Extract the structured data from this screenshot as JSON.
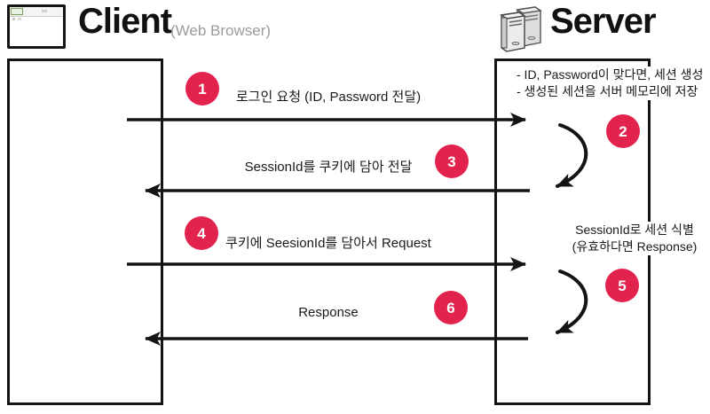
{
  "header": {
    "client": {
      "title": "Client",
      "subtitle": "(Web Browser)"
    },
    "server": {
      "title": "Server"
    }
  },
  "colors": {
    "badge": "#E2234E",
    "line": "#141414"
  },
  "messages": [
    {
      "num": "1",
      "label": "로그인 요청 (ID, Password 전달)"
    },
    {
      "num": "2"
    },
    {
      "num": "3",
      "label": "SessionId를 쿠키에 담아 전달"
    },
    {
      "num": "4",
      "label": "쿠키에 SeesionId를 담아서 Request"
    },
    {
      "num": "5"
    },
    {
      "num": "6",
      "label": "Response"
    }
  ],
  "server_notes": {
    "session_create": {
      "line1": "- ID, Password이 맞다면, 세션 생성",
      "line2": "- 생성된 세션을 서버 메모리에 저장"
    },
    "session_identify": {
      "line1": "SessionId로 세션 식별",
      "line2": "(유효하다면 Response)"
    }
  }
}
